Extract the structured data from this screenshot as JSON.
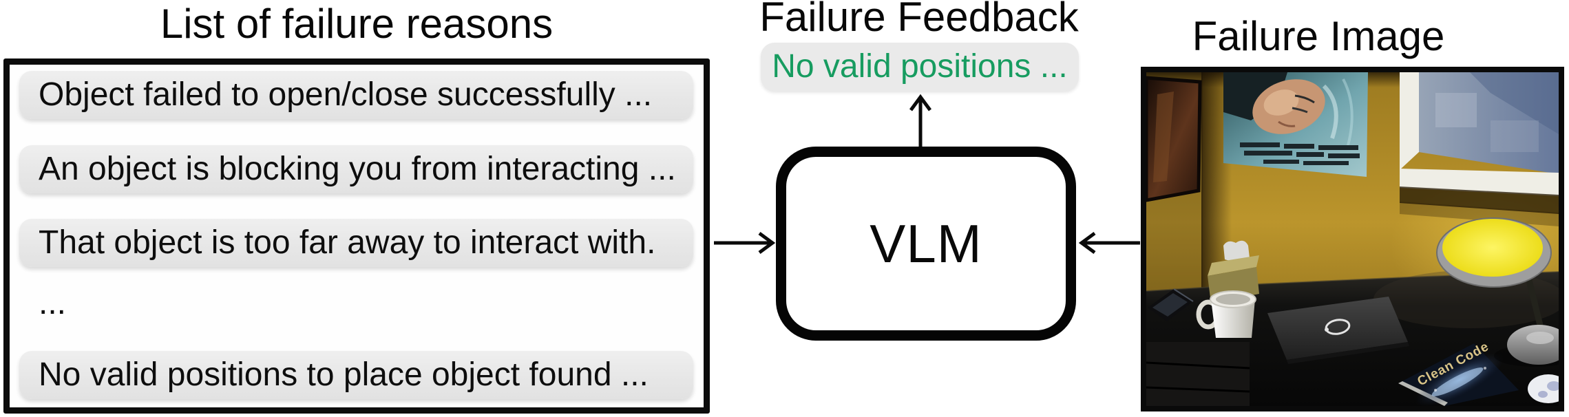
{
  "left_panel": {
    "title": "List of failure reasons",
    "items": [
      "Object failed to open/close successfully ...",
      "An object is blocking you from interacting ...",
      "That object is too far away to interact with.",
      "...",
      "No valid positions to place object found ..."
    ],
    "pill_bg": "#e9e9e9"
  },
  "feedback": {
    "title": "Failure Feedback",
    "text": "No valid positions ...",
    "text_color": "#179c60",
    "pill_bg": "#eaeaea"
  },
  "vlm": {
    "label": "VLM"
  },
  "failure_image": {
    "title": "Failure Image",
    "scene": {
      "book_title": "Clean Code",
      "wall_color": "#b8922b",
      "desk_color": "#0d0d0d",
      "lamp_color": "#f2e313"
    }
  },
  "colors": {
    "outline_black": "#0a0a0a",
    "accent_green": "#179c60"
  }
}
